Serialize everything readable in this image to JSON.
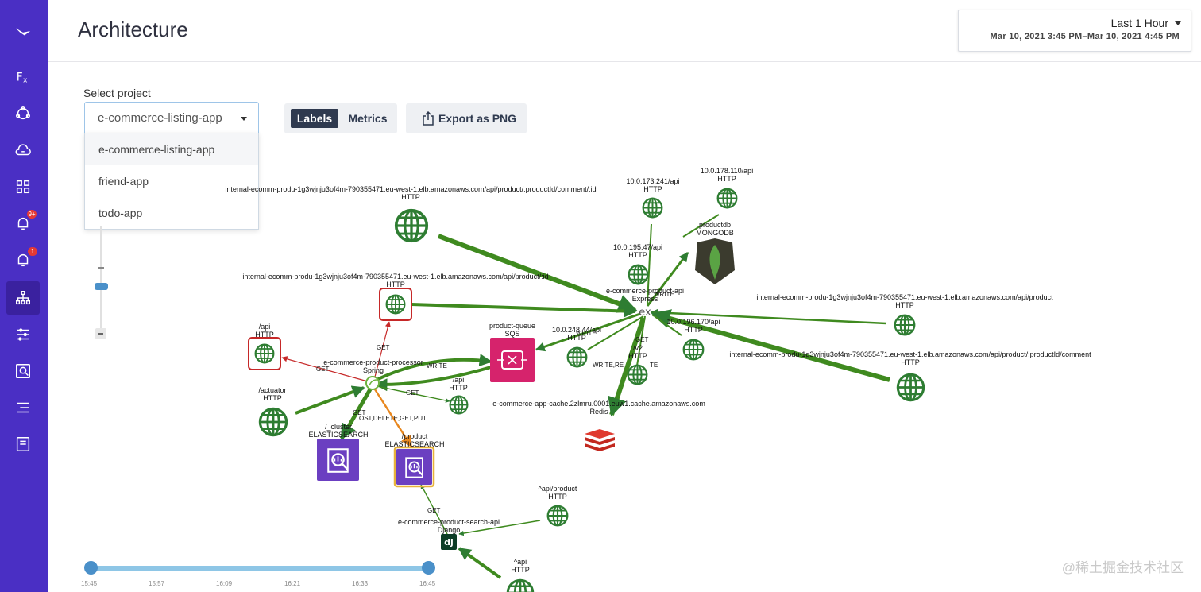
{
  "sidebar": {
    "items": [
      {
        "icon": "fx-icon"
      },
      {
        "icon": "network-icon"
      },
      {
        "icon": "cloud-icon"
      },
      {
        "icon": "dashboard-icon"
      },
      {
        "icon": "alerts-icon",
        "badge": "9+"
      },
      {
        "icon": "bell-icon",
        "badge": "1"
      },
      {
        "icon": "architecture-icon"
      },
      {
        "icon": "filter-icon"
      },
      {
        "icon": "search-list-icon"
      },
      {
        "icon": "logs-icon"
      },
      {
        "icon": "notebook-icon"
      }
    ]
  },
  "header": {
    "title": "Architecture",
    "time_range": "Last 1 Hour",
    "time_detail": "Mar 10, 2021 3:45 PM–Mar 10, 2021 4:45 PM"
  },
  "project_select": {
    "label": "Select project",
    "value": "e-commerce-listing-app",
    "options": [
      "e-commerce-listing-app",
      "friend-app",
      "todo-app"
    ]
  },
  "view_toggle": {
    "labels": "Labels",
    "metrics": "Metrics",
    "active": "Labels"
  },
  "export": {
    "label": "Export as PNG"
  },
  "graph": {
    "nodes": {
      "comment_id": {
        "name": "internal-ecomm-produ-1g3wjnju3of4m-790355471.eu-west-1.elb.amazonaws.com/api/product/:productId/comment/:id",
        "type": "HTTP"
      },
      "product_id": {
        "name": "internal-ecomm-produ-1g3wjnju3of4m-790355471.eu-west-1.elb.amazonaws.com/api/product/:id",
        "type": "HTTP"
      },
      "api_left": {
        "name": "/api",
        "type": "HTTP"
      },
      "actuator": {
        "name": "/actuator",
        "type": "HTTP"
      },
      "processor": {
        "name": "e-commerce-product-processor",
        "type": "Spring"
      },
      "queue": {
        "name": "product-queue",
        "type": "SQS"
      },
      "api_mid": {
        "name": "/api",
        "type": "HTTP"
      },
      "cluster": {
        "name": "/_cluster",
        "type": "ELASTICSEARCH"
      },
      "es_product": {
        "name": "/product",
        "type": "ELASTICSEARCH"
      },
      "ip173": {
        "name": "10.0.173.241/api",
        "type": "HTTP"
      },
      "ip178": {
        "name": "10.0.178.110/api",
        "type": "HTTP"
      },
      "mongo": {
        "name": "productdb",
        "type": "MONGODB"
      },
      "ip195": {
        "name": "10.0.195.47/api",
        "type": "HTTP"
      },
      "express": {
        "name": "e-commerce-product-api",
        "type": "Express"
      },
      "product": {
        "name": "internal-ecomm-produ-1g3wjnju3of4m-790355471.eu-west-1.elb.amazonaws.com/api/product",
        "type": "HTTP"
      },
      "ip196": {
        "name": "10.0.196.170/api",
        "type": "HTTP"
      },
      "comment": {
        "name": "internal-ecomm-produ-1g3wjnju3of4m-790355471.eu-west-1.elb.amazonaws.com/api/product/:productId/comment",
        "type": "HTTP"
      },
      "ip248": {
        "name": "10.0.248.44/api",
        "type": "HTTP"
      },
      "v2": {
        "name": "/v2",
        "type": "HTTP"
      },
      "redis": {
        "name": "e-commerce-app-cache.2zlmru.0001.euw1.cache.amazonaws.com",
        "type": "Redis"
      },
      "api_product": {
        "name": "^api/product",
        "type": "HTTP"
      },
      "search_api": {
        "name": "e-commerce-product-search-api",
        "type": "Django"
      },
      "api_bottom": {
        "name": "^api",
        "type": "HTTP"
      }
    },
    "edge_labels": {
      "get1": "GET",
      "get2": "GET",
      "get3": "GET",
      "get4": "GET",
      "get5": "GET",
      "get6": "GET",
      "write1": "WRITE",
      "write2": "WRITE",
      "post": "OST,DELETE,GET,PUT",
      "write_re": "WRITE,RE",
      "te": "TE",
      "write3": "WRITE"
    }
  },
  "timeline": {
    "ticks": [
      "15:45",
      "15:57",
      "16:09",
      "16:21",
      "16:33",
      "16:45"
    ]
  },
  "watermark": "@稀土掘金技术社区"
}
